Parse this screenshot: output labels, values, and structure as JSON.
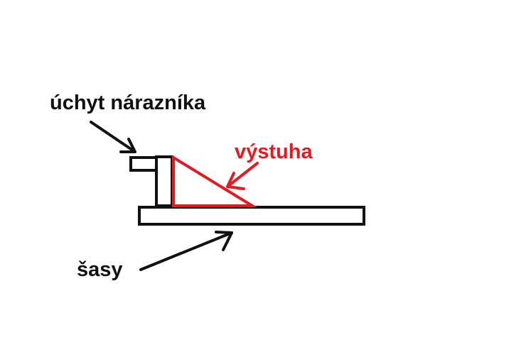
{
  "labels": {
    "bumper_mount": "úchyt nárazníka",
    "stiffener": "výstuha",
    "chassis": "šasy"
  },
  "colors": {
    "ink": "#111111",
    "accent": "#e21b23",
    "background": "#ffffff"
  }
}
